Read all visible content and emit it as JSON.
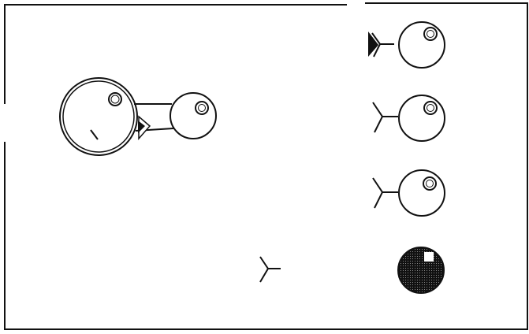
{
  "screen": {
    "background": "#ffffff",
    "ink": "#111111",
    "shade": "#444444",
    "highlight": "#ffffff"
  },
  "scene": {
    "player_ship": {
      "icon": "ship-with-tether-and-pod",
      "state": "tethered"
    },
    "reserve_ships": [
      {
        "icon": "reserve-ship",
        "selected": true
      },
      {
        "icon": "reserve-ship",
        "selected": false
      },
      {
        "icon": "reserve-ship",
        "selected": false
      }
    ],
    "spinner": {
      "icon": "y-shaped-spinner"
    },
    "dark_orb": {
      "icon": "shaded-sphere",
      "fill": "#444444"
    }
  }
}
